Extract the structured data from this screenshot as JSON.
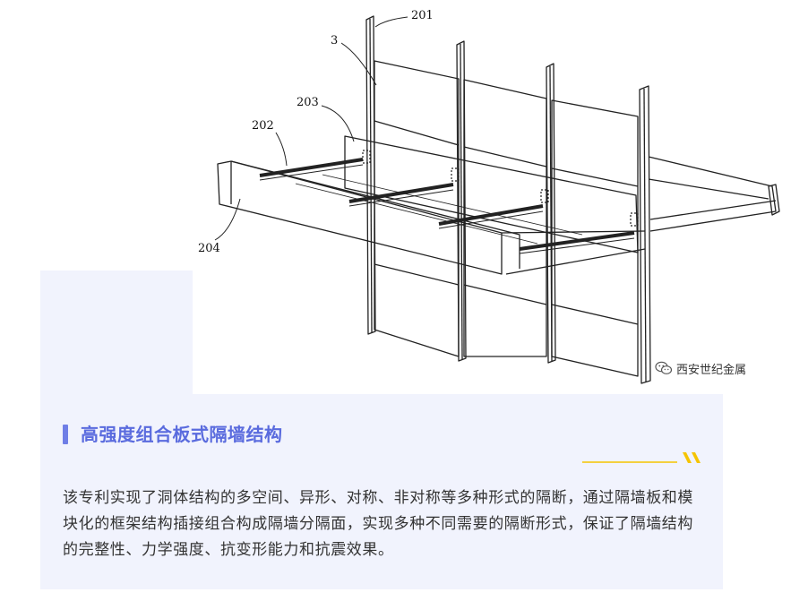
{
  "figure": {
    "labels": {
      "l201": "201",
      "l3": "3",
      "l203": "203",
      "l202": "202",
      "l204": "204"
    },
    "watermark": "西安世纪金属"
  },
  "section": {
    "title": "高强度组合板式隔墙结构",
    "body": "该专利实现了洞体结构的多空间、异形、对称、非对称等多种形式的隔断，通过隔墙板和模块化的框架结构插接组合构成隔墙分隔面，实现多种不同需要的隔断形式，保证了隔墙结构的完整性、力学强度、抗变形能力和抗震效果。"
  },
  "colors": {
    "accent": "#6f7ee6",
    "accent_text": "#5a6bde",
    "highlight": "#f5c400",
    "card_bg": "#f1f3fd"
  }
}
